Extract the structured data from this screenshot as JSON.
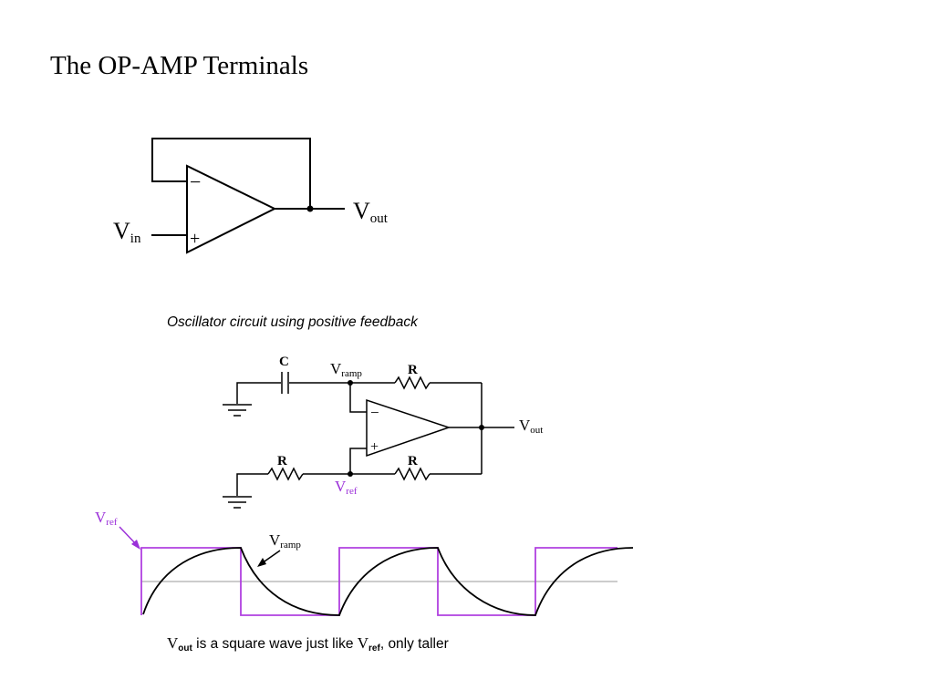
{
  "slide": {
    "title": "The OP-AMP Terminals"
  },
  "follower_circuit": {
    "minus_sign": "−",
    "plus_sign": "+",
    "vin": {
      "main": "V",
      "sub": "in"
    },
    "vout": {
      "main": "V",
      "sub": "out"
    }
  },
  "oscillator": {
    "caption": "Oscillator circuit using positive feedback",
    "capacitor_label": "C",
    "resistor_label": "R",
    "minus_sign": "−",
    "plus_sign": "+",
    "vramp": {
      "main": "V",
      "sub": "ramp"
    },
    "vout": {
      "main": "V",
      "sub": "out"
    },
    "vref": {
      "main": "V",
      "sub": "ref"
    },
    "vref_color": "#9b30d9"
  },
  "waveform": {
    "vref": {
      "main": "V",
      "sub": "ref"
    },
    "vramp": {
      "main": "V",
      "sub": "ramp"
    },
    "square_color": "#b040e0",
    "ramp_color": "#000000",
    "midline_color": "#999999",
    "caption": {
      "v1": "V",
      "sub1": "out",
      "mid": " is a square wave just like ",
      "v2": "V",
      "sub2": "ref",
      "end": ", only taller"
    }
  }
}
